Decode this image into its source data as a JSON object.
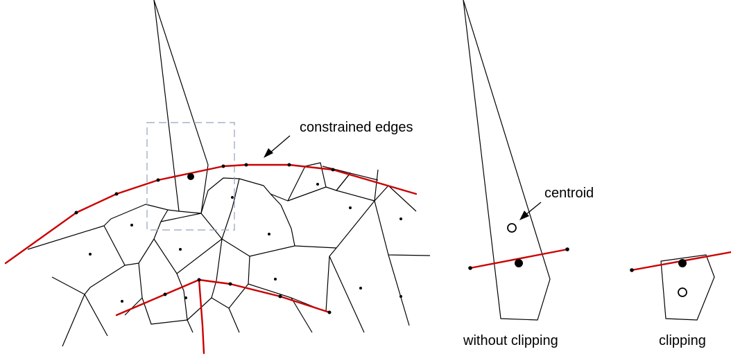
{
  "labels": {
    "constrained_edges": "constrained edges",
    "centroid": "centroid",
    "without_clipping": "without clipping",
    "clipping": "clipping"
  },
  "colors": {
    "edge": "#000000",
    "constrained": "#cc0000",
    "box": "#8fa3bd",
    "background": "#ffffff"
  }
}
